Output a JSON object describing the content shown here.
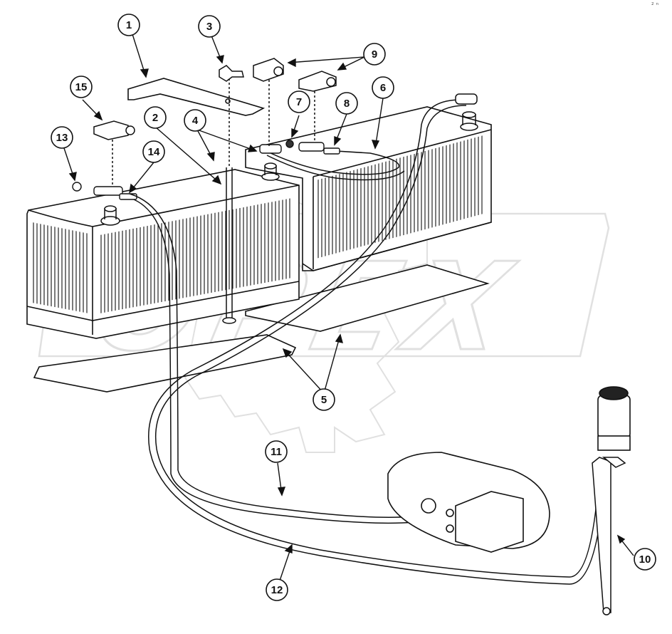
{
  "watermark": {
    "text": "OPEX",
    "color": "#c8c8c8"
  },
  "colors": {
    "ink": "#111111",
    "paper": "#ffffff"
  },
  "callouts": [
    {
      "id": "1",
      "label": "1"
    },
    {
      "id": "2",
      "label": "2"
    },
    {
      "id": "3",
      "label": "3"
    },
    {
      "id": "4",
      "label": "4"
    },
    {
      "id": "5",
      "label": "5"
    },
    {
      "id": "6",
      "label": "6"
    },
    {
      "id": "7",
      "label": "7"
    },
    {
      "id": "8",
      "label": "8"
    },
    {
      "id": "9",
      "label": "9"
    },
    {
      "id": "10",
      "label": "10"
    },
    {
      "id": "11",
      "label": "11"
    },
    {
      "id": "12",
      "label": "12"
    },
    {
      "id": "13",
      "label": "13"
    },
    {
      "id": "14",
      "label": "14"
    },
    {
      "id": "15",
      "label": "15"
    }
  ],
  "corner_mark": "² ⁿ"
}
